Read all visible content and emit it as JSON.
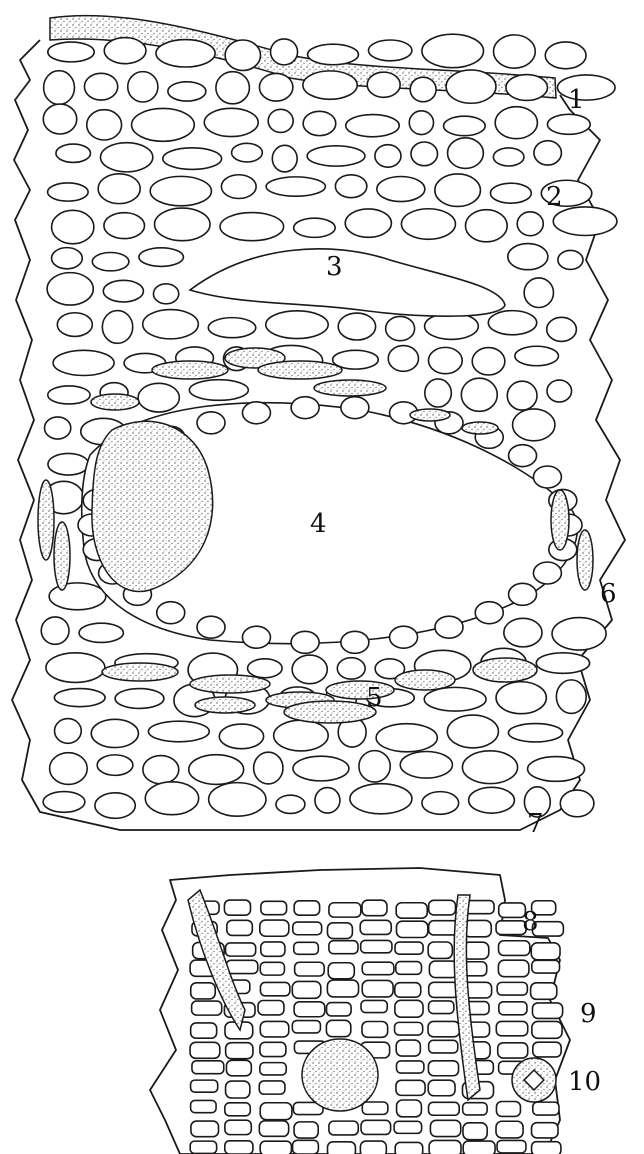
{
  "figure_labels": {
    "n1": "1",
    "n2": "2",
    "n3": "3",
    "n4": "4",
    "n5": "5",
    "n6": "6",
    "n7": "7",
    "n8": "8",
    "n9": "9",
    "n10": "10"
  },
  "colors": {
    "ink": "#1a1a1a",
    "paper": "#ffffff",
    "stipple": "#555555"
  }
}
